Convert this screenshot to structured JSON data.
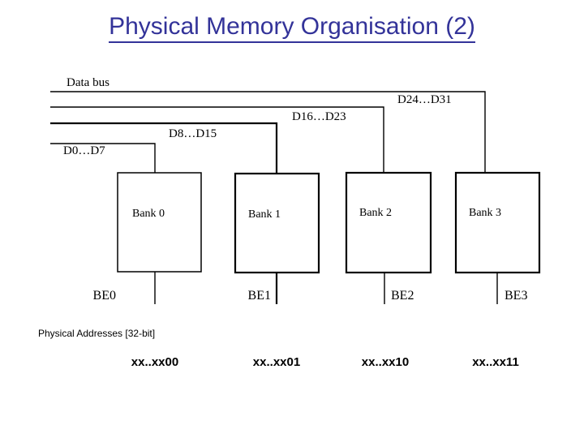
{
  "slide": {
    "title": "Physical Memory Organisation (2)",
    "title_color": "#333399",
    "background": "#ffffff"
  },
  "diagram": {
    "bus_label": "Data bus",
    "bus_lines": [
      {
        "label": "D0…D7",
        "name": "bus-d0-d7"
      },
      {
        "label": "D8…D15",
        "name": "bus-d8-d15"
      },
      {
        "label": "D16…D23",
        "name": "bus-d16-d23"
      },
      {
        "label": "D24…D31",
        "name": "bus-d24-d31"
      }
    ],
    "banks": [
      {
        "label": "Bank 0",
        "be": "BE0"
      },
      {
        "label": "Bank 1",
        "be": "BE1"
      },
      {
        "label": "Bank 2",
        "be": "BE2"
      },
      {
        "label": "Bank 3",
        "be": "BE3"
      }
    ]
  },
  "addresses": {
    "caption": "Physical Addresses [32-bit]",
    "values": [
      "xx..xx00",
      "xx..xx01",
      "xx..xx10",
      "xx..xx11"
    ]
  }
}
